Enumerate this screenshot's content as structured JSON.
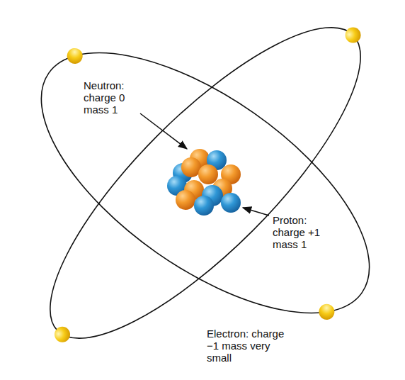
{
  "diagram": {
    "labels": [
      "Neutron: charge 0 mass 1",
      "Proton: charge +1 mass 1",
      "Electron: charge −1 mass very small"
    ]
  }
}
